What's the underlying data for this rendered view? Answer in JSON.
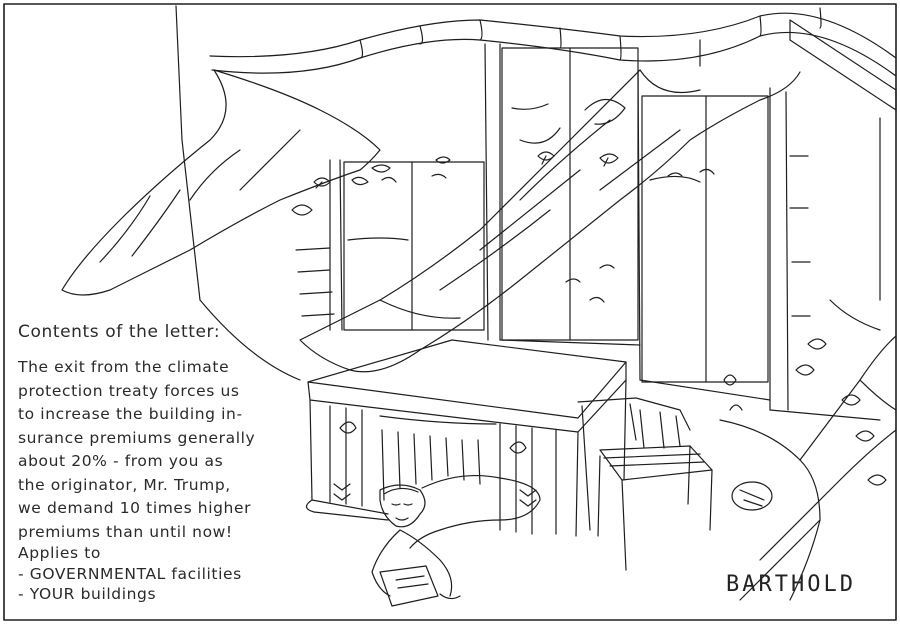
{
  "cartoon": {
    "caption_title": "Contents of the letter:",
    "caption_body": [
      "The exit from the climate",
      "protection treaty forces us",
      "to increase the building in-",
      "surance premiums generally",
      "about 20% - from you as",
      "the originator, Mr. Trump,",
      "we demand 10 times higher",
      "premiums than until now!"
    ],
    "applies_lines": [
      "Applies to",
      "- GOVERNMENTAL facilities",
      "- YOUR buildings"
    ],
    "signature": "BARTHOLD",
    "ink_color": "#1e1e1e",
    "paper_color": "#ffffff"
  }
}
